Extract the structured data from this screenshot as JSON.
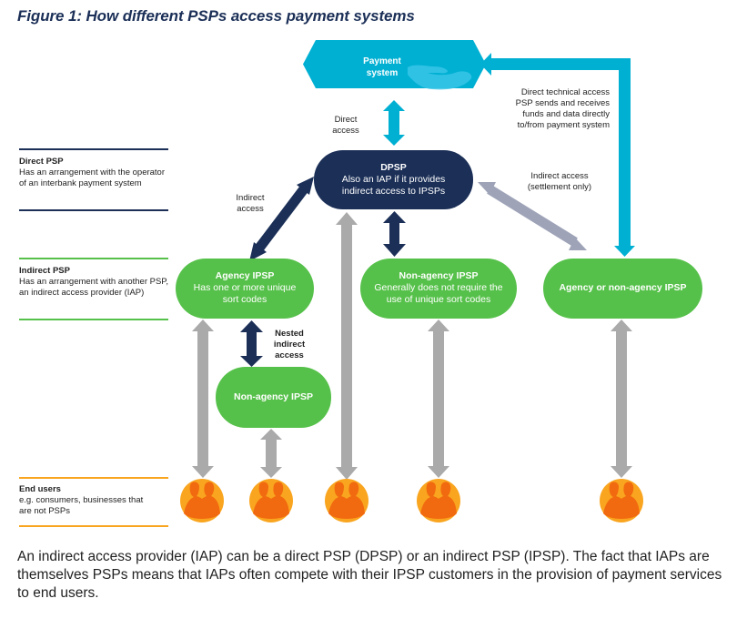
{
  "figure": {
    "title": "Figure 1: How different PSPs access payment systems",
    "caption": "An indirect access provider (IAP) can be a direct PSP (DPSP) or an indirect PSP (IPSP). The fact that IAPs are themselves PSPs means that IAPs often compete with their IPSP customers in the provision of payment services to end users."
  },
  "legend": [
    {
      "title": "Direct PSP",
      "desc": "Has an arrangement with the operator of an interbank payment system",
      "color": "#1b2f57"
    },
    {
      "title": "Indirect PSP",
      "desc": "Has an arrangement with another PSP, an indirect access provider (IAP)",
      "color": "#56c14a"
    },
    {
      "title": "End users",
      "desc": "e.g. consumers, businesses that are not PSPs",
      "color": "#f9a51f"
    }
  ],
  "nodes": {
    "payment_system": {
      "title": "Payment",
      "title2": "system",
      "icon": "hand-icon",
      "color": "#00b0d3"
    },
    "dpsp": {
      "title": "DPSP",
      "line1": "Also an IAP if it provides",
      "line2": "indirect access to IPSPs",
      "color": "#1b2f57"
    },
    "agency_ipsp": {
      "title": "Agency IPSP",
      "line1": "Has one or more unique",
      "line2": "sort codes",
      "color": "#56c14a"
    },
    "nonagency_ipsp": {
      "title": "Non-agency IPSP",
      "line1": "Generally does not require the",
      "line2": "use of unique sort codes",
      "color": "#56c14a"
    },
    "either_ipsp": {
      "title": "Agency or non-agency IPSP",
      "color": "#56c14a"
    },
    "nested_ipsp": {
      "title": "Non-agency IPSP",
      "color": "#56c14a"
    },
    "end_users_icon": "people-icon"
  },
  "edge_labels": {
    "direct_access": {
      "line1": "Direct",
      "line2": "access"
    },
    "direct_technical": {
      "line1": "Direct technical access",
      "line2": "PSP sends and receives",
      "line3": "funds and data directly",
      "line4": "to/from payment system"
    },
    "indirect_access": {
      "line1": "Indirect",
      "line2": "access"
    },
    "indirect_settlement": {
      "line1": "Indirect access",
      "line2": "(settlement only)"
    },
    "nested": {
      "line1": "Nested",
      "line2": "indirect",
      "line3": "access"
    }
  },
  "colors": {
    "cyan": "#00b0d3",
    "navy": "#1b2f57",
    "green": "#56c14a",
    "grey_arrow": "#aaaaaa",
    "lavender_arrow": "#9ea3b8",
    "orange_outer": "#f9a51f",
    "orange_inner": "#f26a0f"
  }
}
